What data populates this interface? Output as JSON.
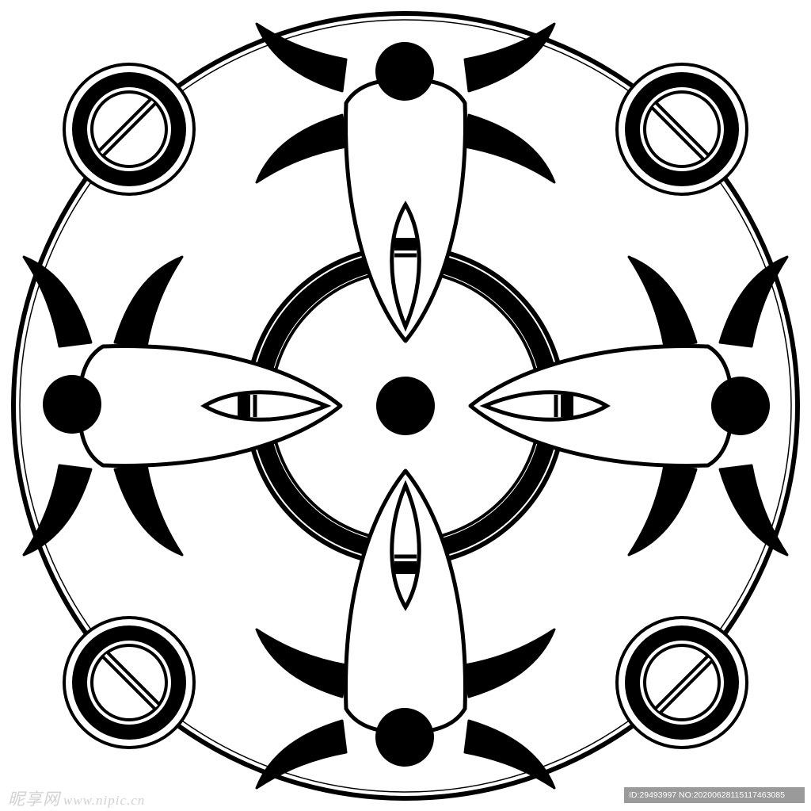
{
  "motif": {
    "fish": 4,
    "screw_rings": 4,
    "outer_dots": 4,
    "center_dot": 1,
    "ink_color": "#000000",
    "paper_color": "#ffffff"
  },
  "watermark": {
    "brand": "昵享网",
    "url": "www.nipic.cn",
    "id_text": "ID:29493997 NO:20200628115117463085",
    "brand_color": "#d2d2d2",
    "badge_color": "#9a9a9a"
  }
}
